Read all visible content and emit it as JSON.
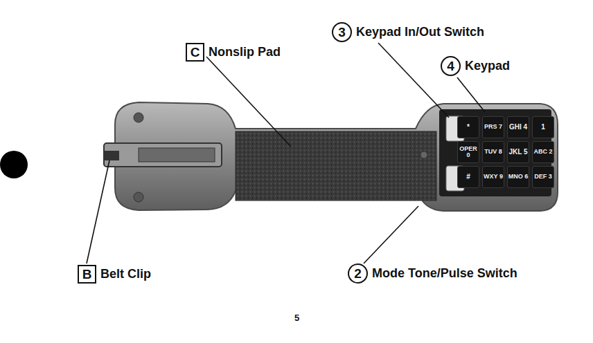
{
  "diagram": {
    "nodes": [
      {
        "text": [
          "3",
          "Keypad In/Out Switch"
        ]
      },
      {
        "text": [
          "4",
          "Keypad"
        ]
      },
      {
        "text": [
          "C",
          "Nonslip Pad"
        ]
      },
      {
        "text": [
          "B",
          "Belt Clip"
        ]
      },
      {
        "text": [
          "2",
          "Mode Tone/Pulse Switch"
        ]
      },
      {
        "text": [
          "*"
        ]
      },
      {
        "text": [
          "PRS 7"
        ]
      },
      {
        "text": [
          "GHI 4"
        ]
      },
      {
        "text": [
          "1"
        ]
      },
      {
        "text": [
          "OPER 0"
        ]
      },
      {
        "text": [
          "TUV 8"
        ]
      },
      {
        "text": [
          "JKL 5"
        ]
      },
      {
        "text": [
          "ABC 2"
        ]
      },
      {
        "text": [
          "#"
        ]
      },
      {
        "text": [
          "WXY 9"
        ]
      },
      {
        "text": [
          "MNO 6"
        ]
      },
      {
        "text": [
          "DEF 3"
        ]
      }
    ],
    "labels": [
      "5"
    ]
  }
}
